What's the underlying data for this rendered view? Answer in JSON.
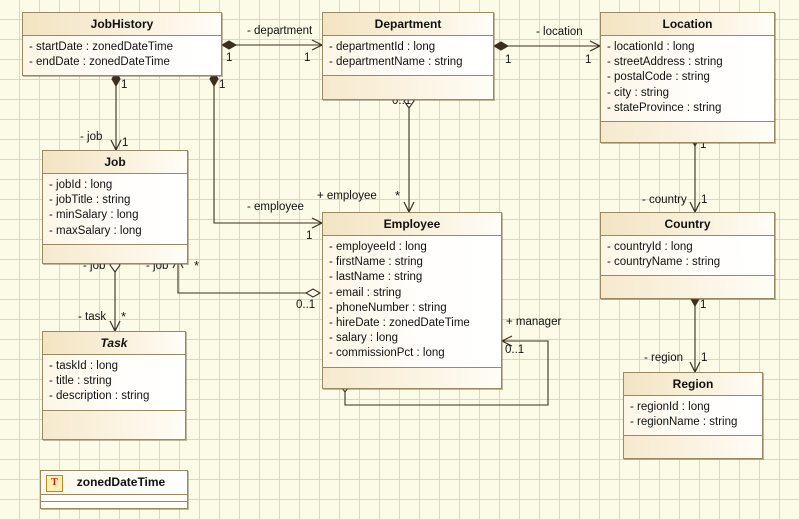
{
  "diagram": {
    "title": "UML Class Diagram",
    "background": "#fbfbe8",
    "grid_color": "#d8d8c4",
    "line_color": "#3b3020",
    "box_border": "#9a8a63",
    "header_gradient_start": "#f3e4c2",
    "header_gradient_end": "#fffdf7"
  },
  "classes": [
    {
      "id": "jobhistory",
      "name": "JobHistory",
      "abstract": false,
      "attributes": [
        "- startDate : zonedDateTime",
        "- endDate : zonedDateTime"
      ],
      "has_operations_compartment": false
    },
    {
      "id": "department",
      "name": "Department",
      "abstract": false,
      "attributes": [
        "- departmentId : long",
        "- departmentName : string"
      ],
      "has_operations_compartment": true
    },
    {
      "id": "location",
      "name": "Location",
      "abstract": false,
      "attributes": [
        "- locationId : long",
        "- streetAddress : string",
        "- postalCode : string",
        "- city : string",
        "- stateProvince : string"
      ],
      "has_operations_compartment": true
    },
    {
      "id": "job",
      "name": "Job",
      "abstract": false,
      "attributes": [
        "- jobId : long",
        "- jobTitle : string",
        "- minSalary : long",
        "- maxSalary : long"
      ],
      "has_operations_compartment": true
    },
    {
      "id": "employee",
      "name": "Employee",
      "abstract": false,
      "attributes": [
        "- employeeId : long",
        "- firstName : string",
        "- lastName : string",
        "- email : string",
        "- phoneNumber : string",
        "- hireDate : zonedDateTime",
        "- salary : long",
        "- commissionPct : long"
      ],
      "has_operations_compartment": true
    },
    {
      "id": "country",
      "name": "Country",
      "abstract": false,
      "attributes": [
        "- countryId : long",
        "- countryName : string"
      ],
      "has_operations_compartment": true
    },
    {
      "id": "task",
      "name": "Task",
      "abstract": true,
      "attributes": [
        "- taskId : long",
        "- title : string",
        "- description : string"
      ],
      "has_operations_compartment": true
    },
    {
      "id": "region",
      "name": "Region",
      "abstract": false,
      "attributes": [
        "- regionId : long",
        "- regionName : string"
      ],
      "has_operations_compartment": true
    }
  ],
  "datatypes": [
    {
      "id": "zoneddatetime",
      "name": "zonedDateTime",
      "marker": "T"
    }
  ],
  "associations": [
    {
      "id": "jobhistory-department",
      "from": "jobhistory",
      "to": "department",
      "role": "- department",
      "source_multiplicity": "1",
      "target_multiplicity": "1",
      "source_end": "filled-diamond",
      "target_end": "open-arrow"
    },
    {
      "id": "department-location",
      "from": "department",
      "to": "location",
      "role": "- location",
      "source_multiplicity": "1",
      "target_multiplicity": "1",
      "source_end": "filled-diamond",
      "target_end": "open-arrow"
    },
    {
      "id": "jobhistory-job",
      "from": "jobhistory",
      "to": "job",
      "role": "- job",
      "source_multiplicity": "1",
      "target_multiplicity": "1",
      "source_end": "filled-diamond",
      "target_end": "open-arrow"
    },
    {
      "id": "jobhistory-employee",
      "from": "jobhistory",
      "to": "employee",
      "role": "- employee",
      "source_multiplicity": "1",
      "target_multiplicity": "1",
      "source_end": "filled-diamond",
      "target_end": "open-arrow"
    },
    {
      "id": "department-employee",
      "from": "department",
      "to": "employee",
      "role": "+ employee",
      "source_multiplicity": "0..1",
      "target_multiplicity": "*",
      "source_end": "open-diamond",
      "target_end": "open-arrow"
    },
    {
      "id": "location-country",
      "from": "location",
      "to": "country",
      "role": "- country",
      "source_multiplicity": "1",
      "target_multiplicity": "1",
      "source_end": "filled-diamond",
      "target_end": "open-arrow"
    },
    {
      "id": "country-region",
      "from": "country",
      "to": "region",
      "role": "- region",
      "source_multiplicity": "1",
      "target_multiplicity": "1",
      "source_end": "filled-diamond",
      "target_end": "open-arrow"
    },
    {
      "id": "job-task",
      "from": "job",
      "to": "task",
      "role": "- task",
      "source_multiplicity": "*",
      "target_multiplicity": "*",
      "source_end": "open-diamond",
      "target_end": "open-arrow",
      "source_role": "- job"
    },
    {
      "id": "employee-job",
      "from": "employee",
      "to": "job",
      "role": "- job",
      "source_multiplicity": "0..1",
      "target_multiplicity": "*",
      "source_end": "open-diamond",
      "target_end": "open-arrow"
    },
    {
      "id": "employee-manager",
      "from": "employee",
      "to": "employee",
      "role": "+ manager",
      "source_multiplicity": "*",
      "target_multiplicity": "0..1",
      "source_end": "open-diamond",
      "target_end": "open-arrow"
    }
  ],
  "labels": {
    "department_role": "- department",
    "location_role": "- location",
    "job_role": "- job",
    "employee_role": "- employee",
    "plus_employee_role": "+ employee",
    "country_role": "- country",
    "region_role": "- region",
    "task_role": "- task",
    "job_role_left": "- job",
    "job_role_right": "- job",
    "manager_role": "+ manager",
    "one": "1",
    "zero_one": "0..1",
    "star": "*"
  }
}
